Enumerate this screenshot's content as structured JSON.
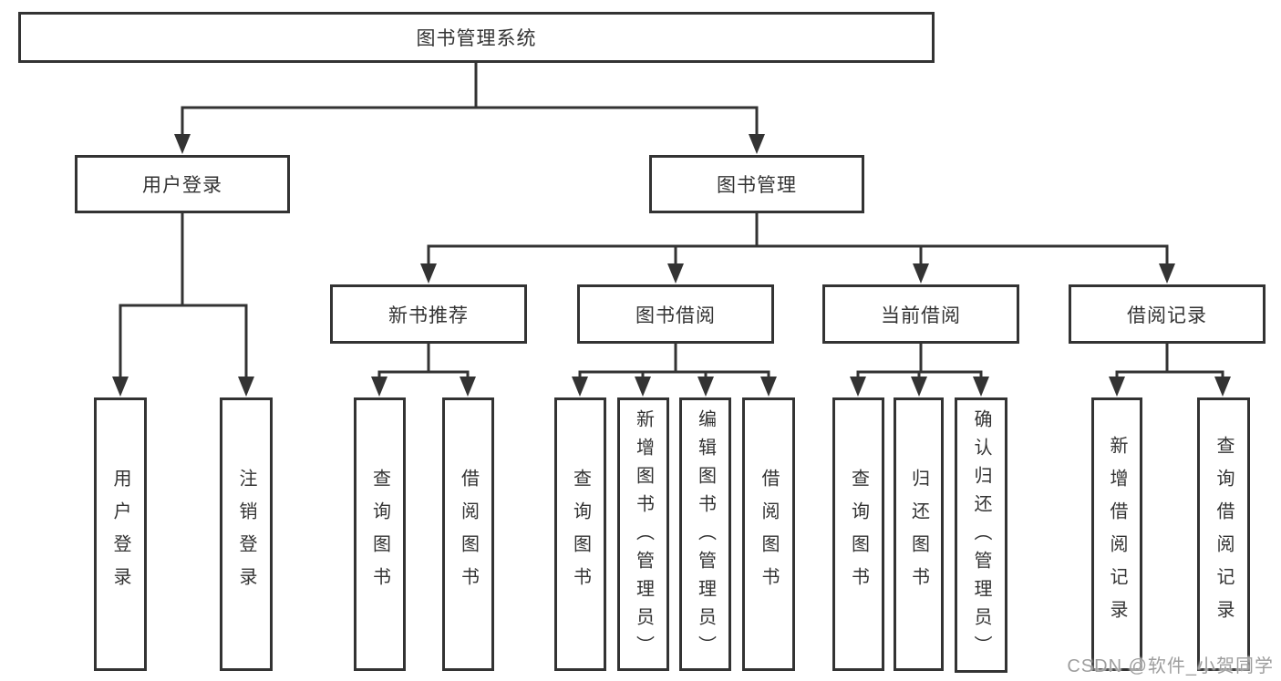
{
  "diagram_title": "图书管理系统",
  "nodes": {
    "root": "图书管理系统",
    "user_login": "用户登录",
    "book_mgmt": "图书管理",
    "new_book": "新书推荐",
    "book_borrow": "图书借阅",
    "current_borrow": "当前借阅",
    "borrow_records": "借阅记录",
    "leaf_user_login": "用户登录",
    "leaf_logout": "注销登录",
    "leaf_nb_query": "查询图书",
    "leaf_nb_borrow": "借阅图书",
    "leaf_bb_query": "查询图书",
    "leaf_bb_add": "新增图书（管理员）",
    "leaf_bb_edit": "编辑图书（管理员）",
    "leaf_bb_borrow": "借阅图书",
    "leaf_cb_query": "查询图书",
    "leaf_cb_return": "归还图书",
    "leaf_cb_confirm": "确认归还（管理员）",
    "leaf_br_add": "新增借阅记录",
    "leaf_br_query": "查询借阅记录"
  },
  "hierarchy": {
    "图书管理系统": {
      "用户登录": [
        "用户登录",
        "注销登录"
      ],
      "图书管理": {
        "新书推荐": [
          "查询图书",
          "借阅图书"
        ],
        "图书借阅": [
          "查询图书",
          "新增图书（管理员）",
          "编辑图书（管理员）",
          "借阅图书"
        ],
        "当前借阅": [
          "查询图书",
          "归还图书",
          "确认归还（管理员）"
        ],
        "借阅记录": [
          "新增借阅记录",
          "查询借阅记录"
        ]
      }
    }
  },
  "watermark": "CSDN @软件_小贺同学",
  "colors": {
    "line": "#333333",
    "box_border": "#333333",
    "box_background": "#ffffff",
    "text": "#333333",
    "watermark_text": "#9e9e9e",
    "page_background": "#ffffff"
  }
}
